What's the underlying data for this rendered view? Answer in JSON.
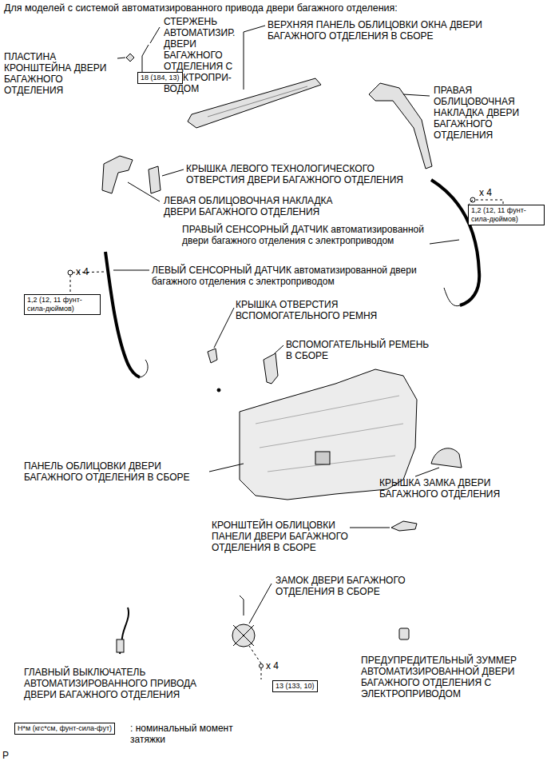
{
  "diagram": {
    "title": "Для моделей с системой автоматизированного привода двери багажного отделения:",
    "nodes": [
      {
        "text": [
          "18 (184, 13)"
        ]
      },
      {
        "text": [
          "1,2 (12, 11 фунт-сила-дюймов)"
        ]
      },
      {
        "text": [
          "1,2 (12, 11 фунт-сила-дюймов)"
        ]
      },
      {
        "text": [
          "13 (133, 10)"
        ]
      },
      {
        "text": [
          "Н*м (кгс*см, фунт-сила-фут)"
        ]
      }
    ],
    "labels": [
      "СТЕРЖЕНЬ АВТОМАТИЗИР. ДВЕРИ БАГАЖНОГО ОТДЕЛЕНИЯ С ЭЛЕКТРОПРИ- ВОДОМ",
      "ВЕРХНЯЯ ПАНЕЛЬ ОБЛИЦОВКИ ОКНА ДВЕРИ БАГАЖНОГО ОТДЕЛЕНИЯ В СБОРЕ",
      "ПЛАСТИНА КРОНШТЕЙНА ДВЕРИ БАГАЖНОГО ОТДЕЛЕНИЯ",
      "ПРАВАЯ ОБЛИЦОВОЧНАЯ НАКЛАДКА ДВЕРИ БАГАЖНОГО ОТДЕЛЕНИЯ",
      "КРЫШКА ЛЕВОГО ТЕХНОЛОГИЧЕСКОГО ОТВЕРСТИЯ ДВЕРИ БАГАЖНОГО ОТДЕЛЕНИЯ",
      "x 4",
      "ЛЕВАЯ ОБЛИЦОВОЧНАЯ НАКЛАДКА ДВЕРИ БАГАЖНОГО ОТДЕЛЕНИЯ",
      "ПРАВЫЙ СЕНСОРНЫЙ ДАТЧИК автоматизированной двери багажного отделения с электроприводом",
      "x 4",
      "ЛЕВЫЙ СЕНСОРНЫЙ ДАТЧИК автоматизированной двери багажного отделения с электроприводом",
      "КРЫШКА ОТВЕРСТИЯ ВСПОМОГАТЕЛЬНОГО РЕМНЯ",
      "ВСПОМОГАТЕЛЬНЫЙ РЕМЕНЬ В СБОРЕ",
      "ПАНЕЛЬ ОБЛИЦОВКИ ДВЕРИ БАГАЖНОГО ОТДЕЛЕНИЯ В СБОРЕ",
      "КРЫШКА ЗАМКА ДВЕРИ БАГАЖНОГО ОТДЕЛЕНИЯ",
      "КРОНШТЕЙН ОБЛИЦОВКИ ПАНЕЛИ ДВЕРИ БАГАЖНОГО ОТДЕЛЕНИЯ В СБОРЕ",
      "ЗАМОК ДВЕРИ БАГАЖНОГО ОТДЕЛЕНИЯ В СБОРЕ",
      "x 4",
      "ГЛАВНЫЙ ВЫКЛЮЧАТЕЛЬ АВТОМАТИЗИРОВАННОГО ПРИВОДА ДВЕРИ БАГАЖНОГО ОТДЕЛЕНИЯ",
      "ПРЕДУПРЕДИТЕЛЬНЫЙ ЗУММЕР АВТОМАТИЗИРОВАННОЙ ДВЕРИ БАГАЖНОГО ОТДЕЛЕНИЯ С ЭЛЕКТРОПРИВОДОМ",
      ": номинальный момент затяжки",
      "P"
    ]
  }
}
